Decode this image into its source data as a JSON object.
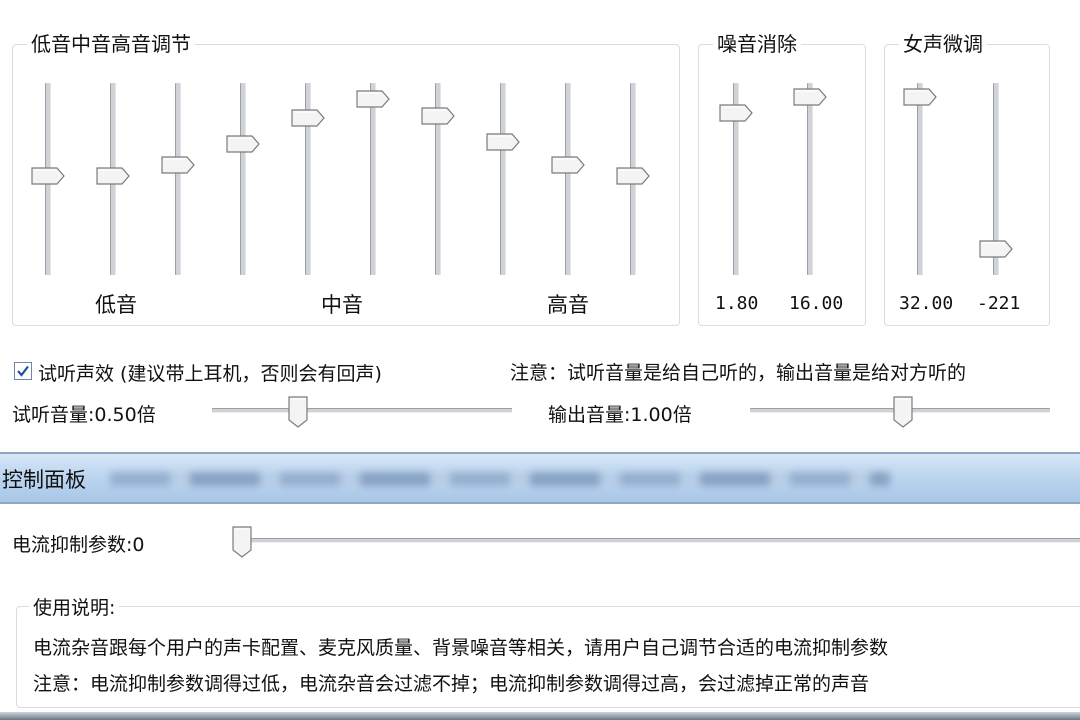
{
  "eq": {
    "title": "低音中音高音调节",
    "labels": [
      "低音",
      "中音",
      "高音"
    ],
    "levels": [
      0.52,
      0.52,
      0.58,
      0.7,
      0.85,
      0.96,
      0.86,
      0.71,
      0.58,
      0.52
    ]
  },
  "noise": {
    "title": "噪音消除",
    "values": [
      "1.80",
      "16.00"
    ],
    "levels": [
      0.88,
      0.97
    ]
  },
  "vocal": {
    "title": "女声微调",
    "values": [
      "32.00",
      "-221"
    ],
    "levels": [
      0.97,
      0.1
    ]
  },
  "preview": {
    "checkbox_label": "试听声效 (建议带上耳机，否则会有回声)",
    "checked": true,
    "note": "注意：试听音量是给自己听的，输出音量是给对方听的",
    "preview_volume_label": "试听音量:0.50倍",
    "output_volume_label": "输出音量:1.00倍",
    "preview_level": 0.27,
    "output_level": 0.51
  },
  "panel": {
    "title": "控制面板"
  },
  "current": {
    "label": "电流抑制参数:0",
    "level": 0.0
  },
  "instructions": {
    "title": "使用说明:",
    "line1": "电流杂音跟每个用户的声卡配置、麦克风质量、背景噪音等相关，请用户自己调节合适的电流抑制参数",
    "line2": "注意：电流抑制参数调得过低，电流杂音会过滤不掉；电流抑制参数调得过高，会过滤掉正常的声音"
  },
  "colors": {
    "accent": "#a9c7e8",
    "border": "#d6dde4",
    "check": "#1f4fa8"
  }
}
